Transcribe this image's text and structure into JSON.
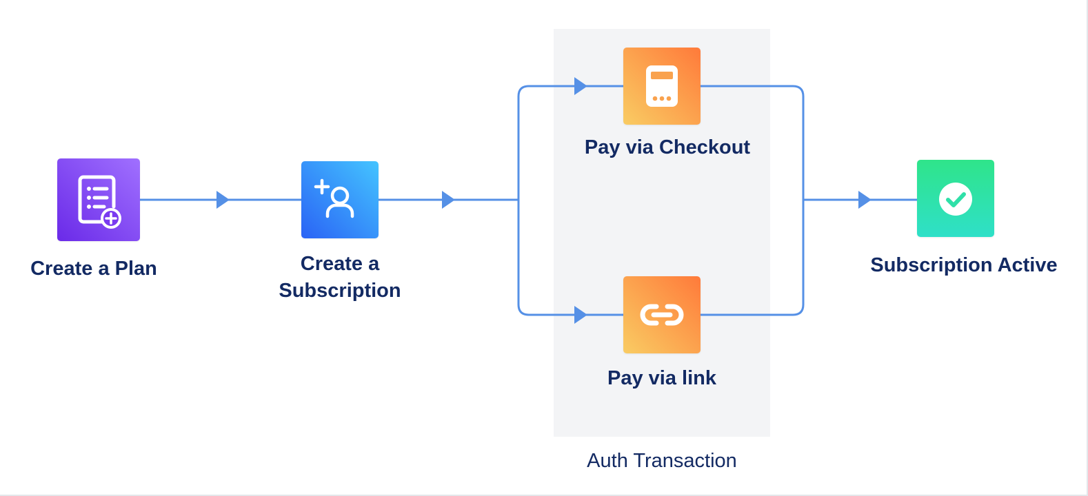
{
  "diagram": {
    "nodes": [
      {
        "id": "create-plan",
        "label_line1": "Create a Plan",
        "label_line2": "",
        "icon": "plan-list-add-icon",
        "gradient": [
          "#9b6cff",
          "#6a2ae8"
        ]
      },
      {
        "id": "create-subscription",
        "label_line1": "Create a",
        "label_line2": "Subscription",
        "icon": "add-user-icon",
        "gradient": [
          "#44c4ff",
          "#2a63f5"
        ]
      },
      {
        "id": "pay-checkout",
        "label_line1": "Pay via Checkout",
        "label_line2": "",
        "icon": "checkout-card-reader-icon",
        "gradient": [
          "#ff7a3a",
          "#f9cc63"
        ]
      },
      {
        "id": "pay-link",
        "label_line1": "Pay via link",
        "label_line2": "",
        "icon": "link-icon",
        "gradient": [
          "#ff7a3a",
          "#f9cc63"
        ]
      },
      {
        "id": "subscription-active",
        "label_line1": "Subscription Active",
        "label_line2": "",
        "icon": "check-circle-icon",
        "gradient": [
          "#2fe48a",
          "#2fe0c8"
        ]
      }
    ],
    "edges": [
      {
        "from": "create-plan",
        "to": "create-subscription"
      },
      {
        "from": "create-subscription",
        "to": "pay-checkout"
      },
      {
        "from": "create-subscription",
        "to": "pay-link"
      },
      {
        "from": "pay-checkout",
        "to": "subscription-active"
      },
      {
        "from": "pay-link",
        "to": "subscription-active"
      }
    ],
    "group": {
      "label": "Auth Transaction",
      "members": [
        "pay-checkout",
        "pay-link"
      ]
    },
    "colors": {
      "connector": "#5590e6",
      "text": "#132a63",
      "group_bg": "#f3f4f6"
    }
  }
}
